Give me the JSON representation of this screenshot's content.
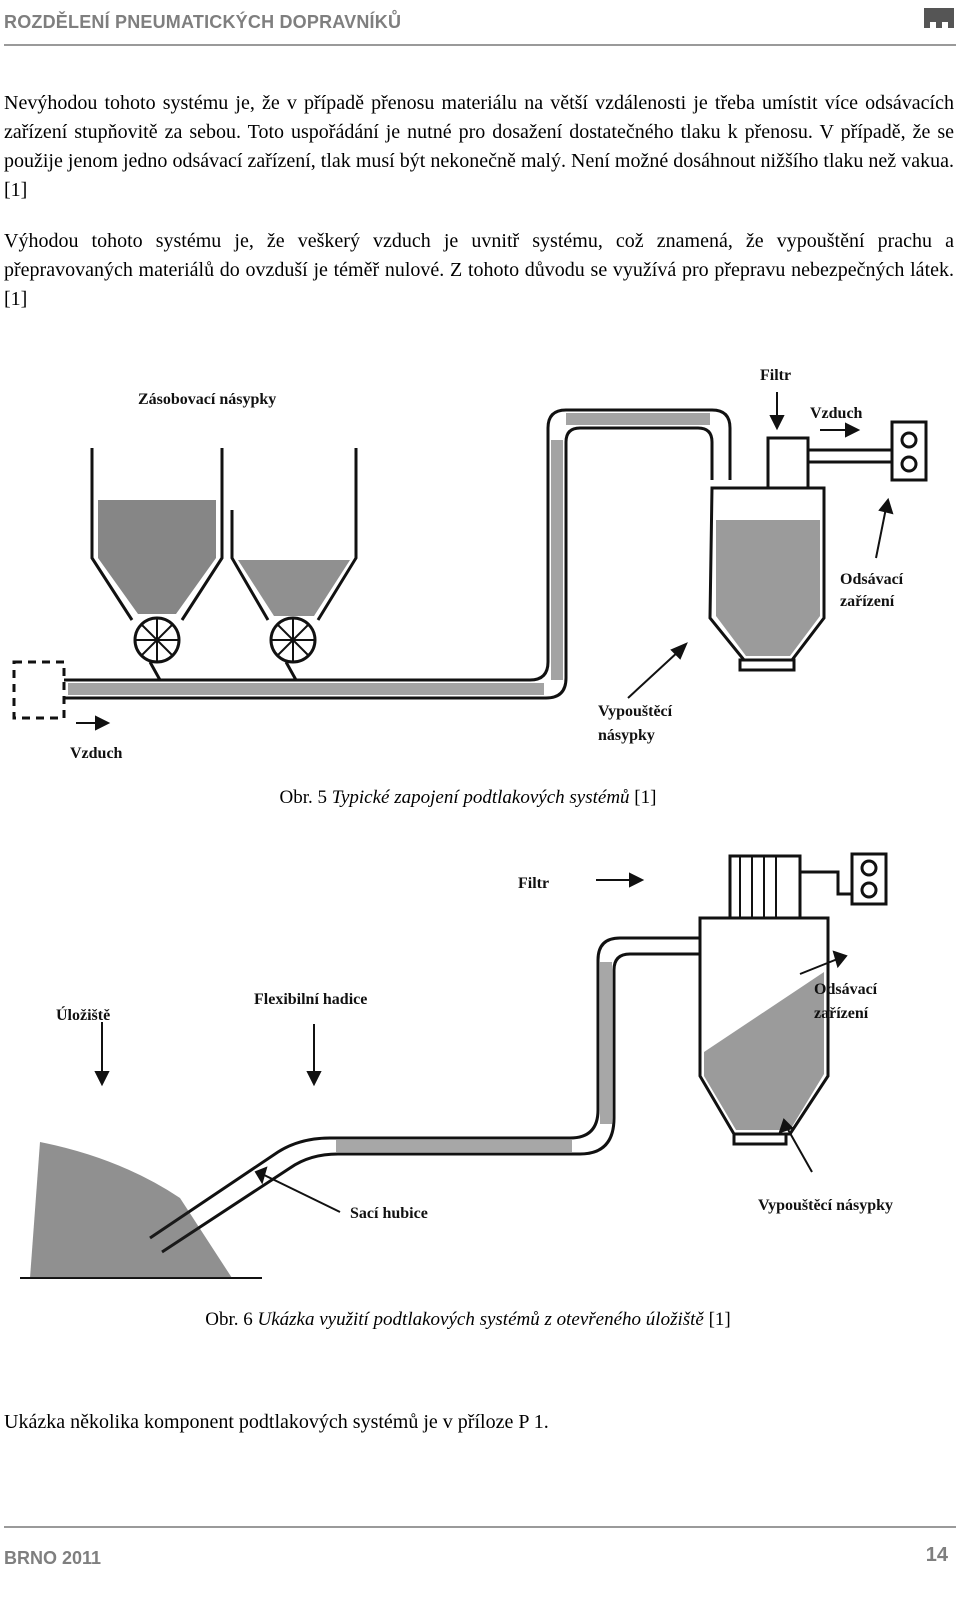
{
  "header": {
    "title": "ROZDĚLENÍ PNEUMATICKÝCH DOPRAVNÍKŮ",
    "logo_icon": "university-logo-icon",
    "rule_color": "#9a9a9a"
  },
  "paragraphs": {
    "p1": "Nevýhodou tohoto systému je, že v případě přenosu materiálu na větší vzdálenosti je třeba umístit více odsávacích zařízení stupňovitě za sebou. Toto uspořádání je nutné pro dosažení dostatečného tlaku k přenosu. V případě, že se použije jenom jedno odsávací zařízení, tlak musí být nekonečně malý. Není možné dosáhnout nižšího tlaku než vakua. [1]",
    "p2": "Výhodou tohoto systému je, že veškerý vzduch je uvnitř systému, což znamená, že vypouštění prachu a přepravovaných materiálů do ovzduší je téměř nulové. Z tohoto důvodu se využívá pro přepravu nebezpečných látek. [1]",
    "p3": "Ukázka několika komponent podtlakových systémů je v příloze P 1."
  },
  "figure5": {
    "labels": {
      "hoppers": "Zásobovací násypky",
      "filter": "Filtr",
      "air_out": "Vzduch",
      "suction": "Odsávací",
      "suction2": "zařízení",
      "discharge": "Vypouštěcí",
      "discharge2": "násypky",
      "air_in": "Vzduch"
    },
    "caption_prefix": "Obr. 5",
    "caption_title": "Typické zapojení podtlakových systémů",
    "caption_ref": "[1]"
  },
  "figure6": {
    "labels": {
      "filter": "Filtr",
      "storage": "Úložiště",
      "hose": "Flexibilní hadice",
      "suction": "Odsávací",
      "suction2": "zařízení",
      "nozzle": "Sací hubice",
      "discharge": "Vypouštěcí násypky"
    },
    "caption_prefix": "Obr. 6",
    "caption_title": "Ukázka využití podtlakových systémů z otevřeného úložiště",
    "caption_ref": "[1]"
  },
  "footer": {
    "left": "BRNO 2011",
    "page_number": "14"
  }
}
